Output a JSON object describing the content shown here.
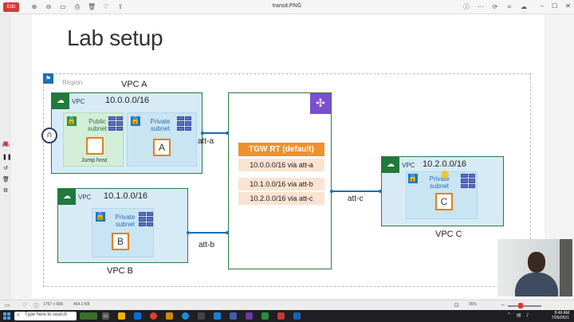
{
  "window": {
    "title": "transit.PNG",
    "edit_label": "Edit",
    "minimize": "–",
    "maximize": "☐",
    "close": "✕"
  },
  "toolbar_icons": [
    "zoom-in-icon",
    "zoom-out-icon",
    "slideshow-icon",
    "print-icon",
    "delete-icon",
    "heart-icon",
    "share-icon"
  ],
  "left_rail": {
    "time": "1:30"
  },
  "slide": {
    "title": "Lab setup",
    "region_label": "Region",
    "vpc_a": {
      "name": "VPC A",
      "tag": "VPC",
      "cidr": "10.0.0.0/16",
      "public_subnet": "Public\nsubnet",
      "private_subnet": "Private\nsubnet",
      "jump_host": "Jump host",
      "instance": "A"
    },
    "vpc_b": {
      "name": "VPC B",
      "tag": "VPC",
      "cidr": "10.1.0.0/16",
      "private_subnet": "Private\nsubnet",
      "instance": "B"
    },
    "vpc_c": {
      "name": "VPC C",
      "tag": "VPC",
      "cidr": "10.2.0.0/16",
      "private_subnet": "Private\nsubnet",
      "instance": "C"
    },
    "tgw_rt": {
      "header": "TGW RT (default)",
      "routes": [
        "10.0.0.0/16 via att-a",
        "10.1.0.0/16 via att-b",
        "10.2.0.0/16 via att-c"
      ]
    },
    "attachments": {
      "a": "att-a",
      "b": "att-b",
      "c": "att-c"
    }
  },
  "statusbar": {
    "dimensions": "1797 x 998",
    "filesize": "464.2 KB",
    "zoom": "95%",
    "zoom_fraction": 0.3
  },
  "taskbar": {
    "search_placeholder": "Type here to search",
    "time": "8:46 AM",
    "date": "7/26/2021"
  }
}
